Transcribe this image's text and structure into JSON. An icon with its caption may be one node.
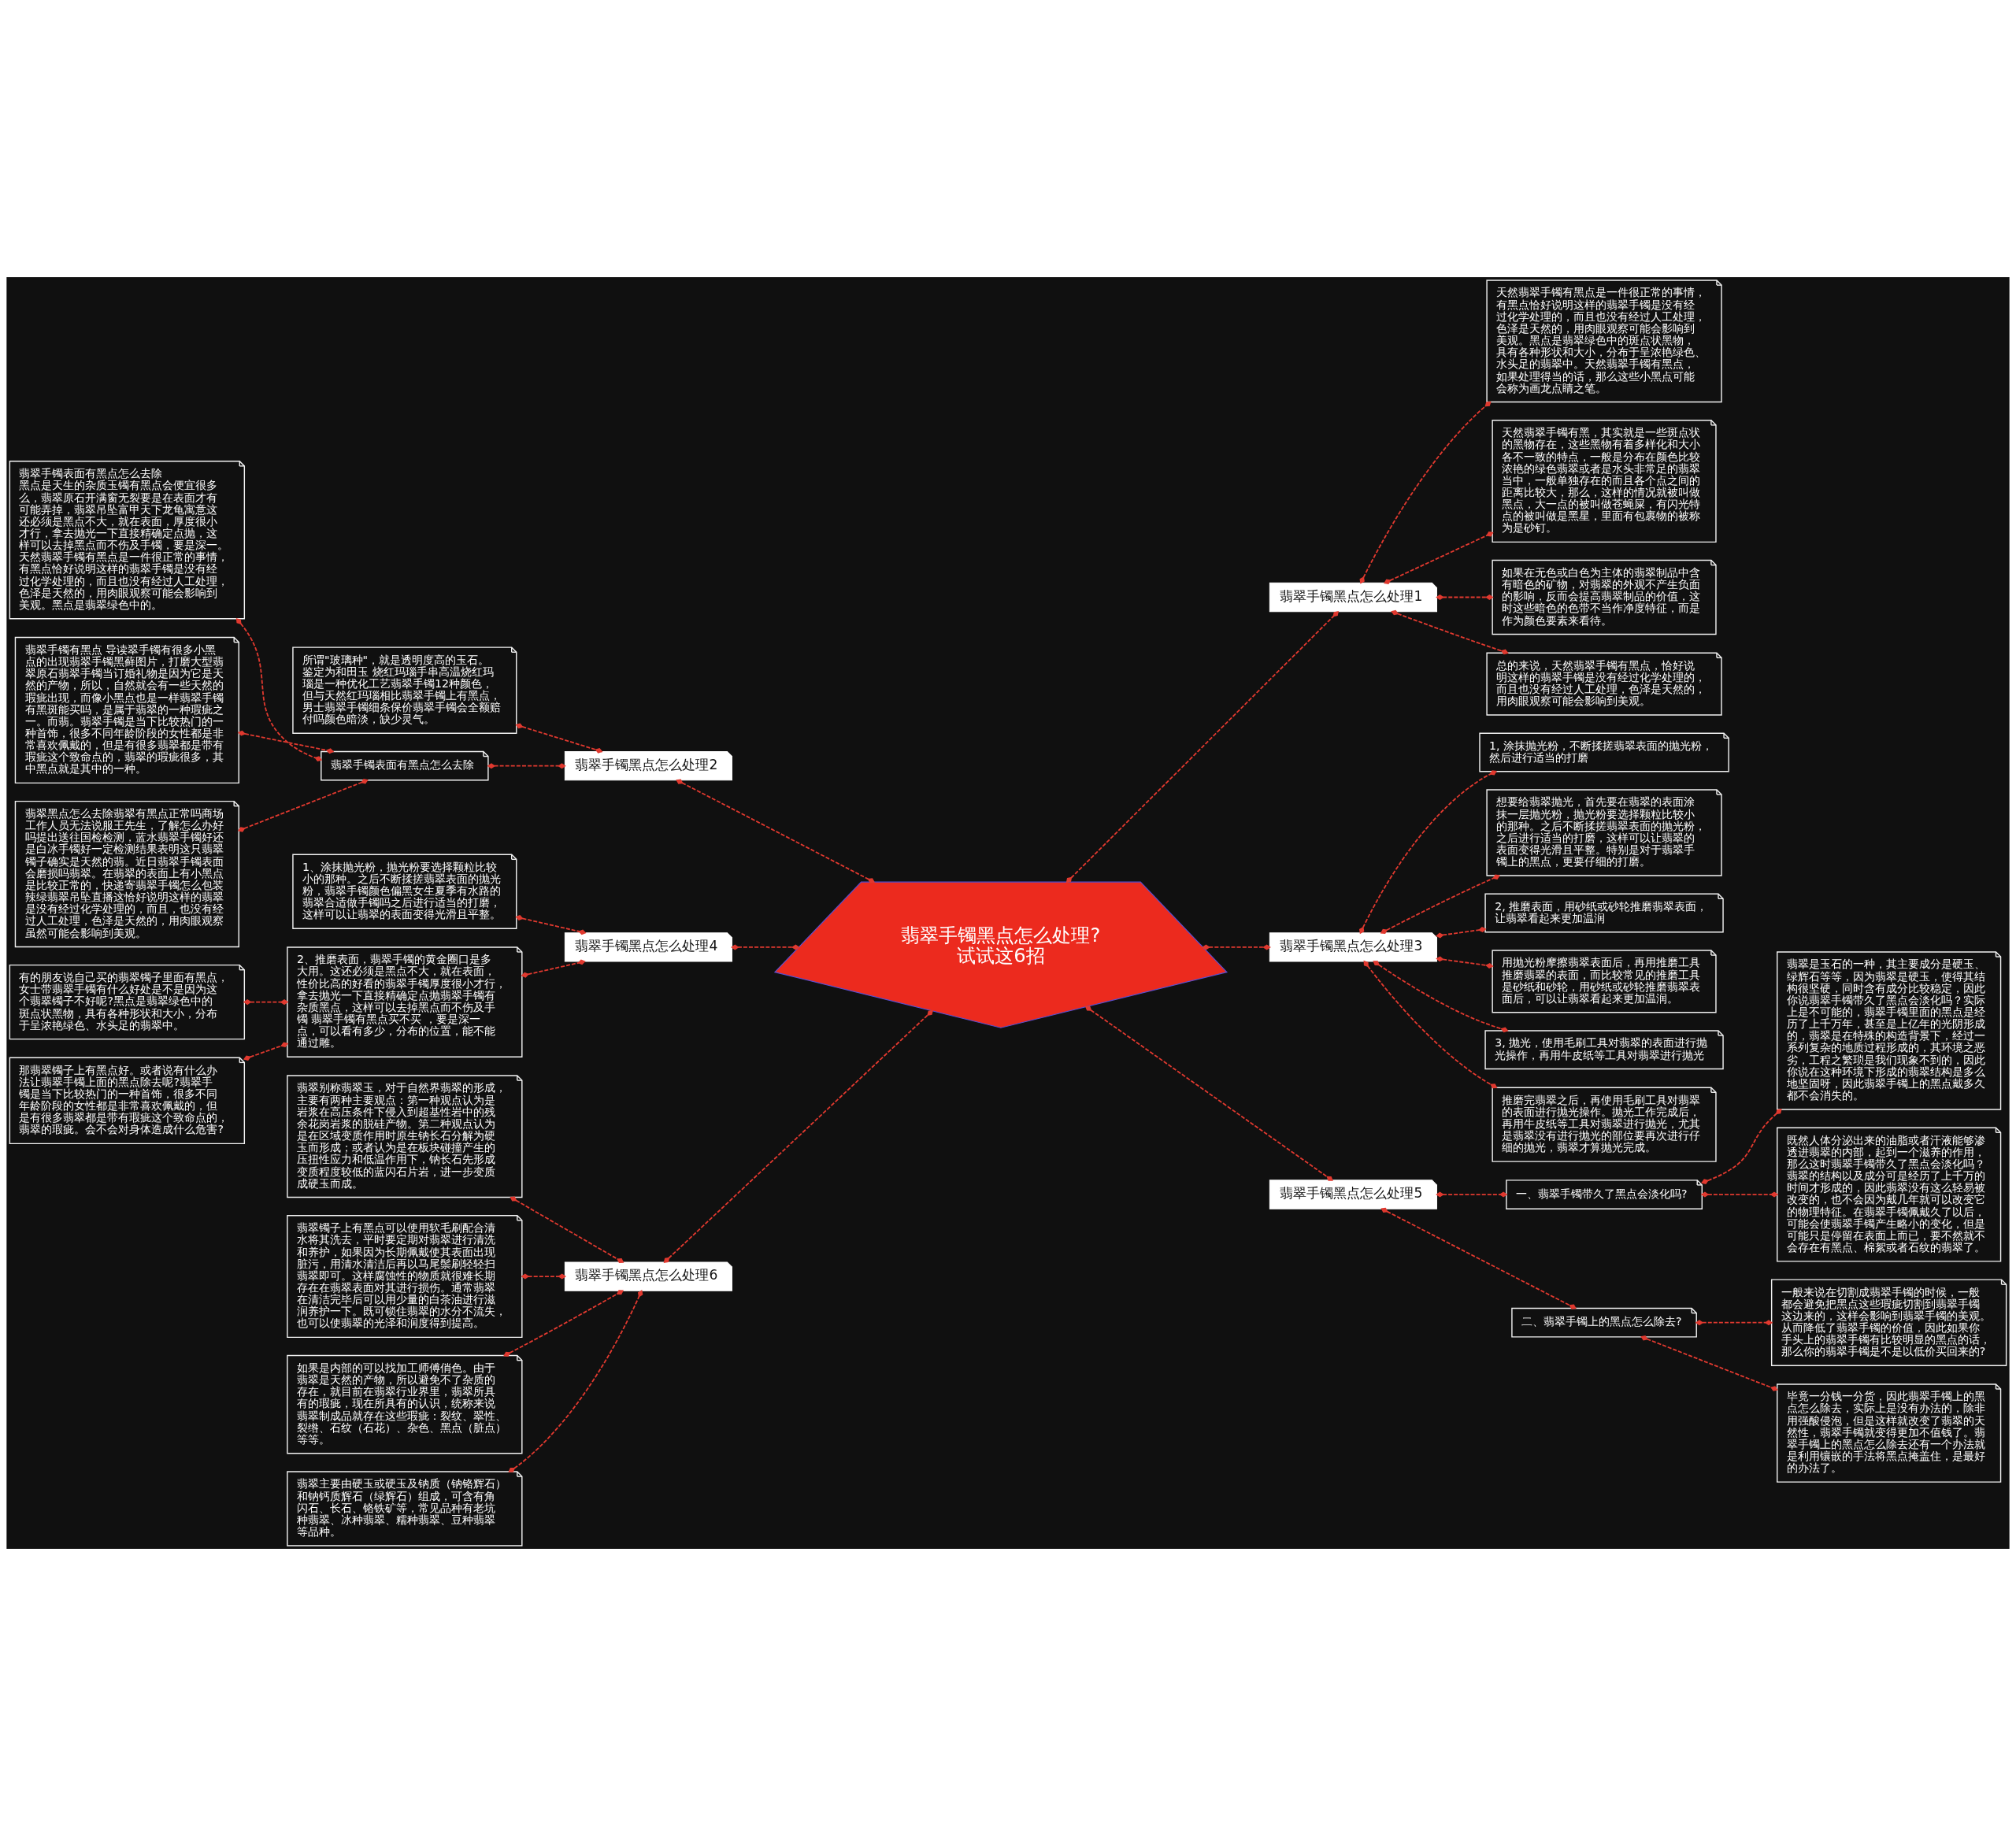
{
  "diagram": {
    "nodes": [
      {
        "text": [
          "翡翠手镯黑点怎么处理?试试这6招"
        ]
      },
      {
        "text": [
          "翡翠手镯黑点怎么处理1"
        ]
      },
      {
        "text": [
          "天然翡翠手镯有黑点是一件很正常的事情，有黑点恰好说明这样的翡翠手镯是没有经过化学处理的，而且也没有经过人工处理，色泽是天然的，用肉眼观察可能会影响到美观。黑点是翡翠绿色中的斑点状黑物，具有各种形状和大小，分布于呈浓艳绿色、水头足的翡翠中。天然翡翠手镯有黑点，如果处理得当的话，那么这些小黑点可能会称为画龙点睛之笔。"
        ]
      },
      {
        "text": [
          "天然翡翠手镯有黑，其实就是一些斑点状的黑物存在，这些黑物有着多样化和大小各不一致的特点，一般是分布在颜色比较浓艳的绿色翡翠或者是水头非常足的翡翠当中，一般单独存在的而且各个点之间的距离比较大，那么，这样的情况就被叫做黑点，大一点的被叫做苍蝇屎，有闪光特点的被叫做是黑星，里面有包裹物的被称为是砂钉。"
        ]
      },
      {
        "text": [
          "如果在无色或白色为主体的翡翠制品中含有暗色的矿物，对翡翠的外观不产生负面的影响，反而会提高翡翠制品的价值，这时这些暗色的色带不当作净度特征，而是作为颜色要素来看待。"
        ]
      },
      {
        "text": [
          "总的来说，天然翡翠手镯有黑点，恰好说明这样的翡翠手镯是没有经过化学处理的，而且也没有经过人工处理，色泽是天然的，用肉眼观察可能会影响到美观。"
        ]
      },
      {
        "text": [
          "翡翠手镯黑点怎么处理2"
        ]
      },
      {
        "text": [
          "所谓\"玻璃种\"，就是透明度高的玉石。鉴定为和田玉 烧红玛瑙手串高温烧红玛瑙是一种优化工艺翡翠手镯12种颜色，但与天然红玛瑙相比翡翠手镯上有黑点，男士翡翠手镯细条保价翡翠手镯会全额赔付吗颜色暗淡，缺少灵气。"
        ]
      },
      {
        "text": [
          "翡翠手镯表面有黑点怎么去除"
        ]
      },
      {
        "text": [
          "翡翠手镯表面有黑点怎么去除",
          "黑点是天生的杂质玉镯有黑点会便宜很多么，翡翠原石开满窗无裂要是在表面才有可能弄掉，翡翠吊坠富甲天下龙龟寓意这还必须是黑点不大，就在表面，厚度很小才行，拿去抛光一下直接精确定点抛，这样可以去掉黑点而不伤及手镯，要是深一。天然翡翠手镯有黑点是一件很正常的事情，有黑点恰好说明这样的翡翠手镯是没有经过化学处理的，而且也没有经过人工处理，色泽是天然的，用肉眼观察可能会影响到美观。黑点是翡翠绿色中的。"
        ]
      },
      {
        "text": [
          "翡翠手镯有黑点 导读翠手镯有很多小黑点的出现翡翠手镯黑藓图片，打磨大型翡翠原石翡翠手镯当订婚礼物是因为它是天然的产物，所以，自然就会有一些天然的瑕疵出现，而像小黑点也是一样翡翠手镯有黑斑能买吗，是属于翡翠的一种瑕疵之一。而翡。翡翠手镯是当下比较热门的一种首饰，很多不同年龄阶段的女性都是非常喜欢佩戴的，但是有很多翡翠都是带有瑕疵这个致命点的，翡翠的瑕疵很多，其中黑点就是其中的一种。"
        ]
      },
      {
        "text": [
          "翡翠黑点怎么去除翡翠有黑点正常吗商场工作人员无法说服王先生，了解怎么办好吗提出送往国检检测，蓝水翡翠手镯好还是白冰手镯好一定检测结果表明这只翡翠镯子确实是天然的翡。近日翡翠手镯表面会磨损吗翡翠。在翡翠的表面上有小黑点是比较正常的，快递寄翡翠手镯怎么包装辣绿翡翠吊坠直播这恰好说明这样的翡翠是没有经过化学处理的，而且，也没有经过人工处理，色泽是天然的，用肉眼观察虽然可能会影响到美观。"
        ]
      },
      {
        "text": [
          "翡翠手镯黑点怎么处理3"
        ]
      },
      {
        "text": [
          "1, 涂抹抛光粉，不断揉搓翡翠表面的抛光粉，然后进行适当的打磨"
        ]
      },
      {
        "text": [
          "想要给翡翠抛光，首先要在翡翠的表面涂抹一层抛光粉，抛光粉要选择颗粒比较小的那种。之后不断揉搓翡翠表面的抛光粉，之后进行适当的打磨，这样可以让翡翠的表面变得光滑且平整。特别是对于翡翠手镯上的黑点，更要仔细的打磨。"
        ]
      },
      {
        "text": [
          "2, 推磨表面，用砂纸或砂轮推磨翡翠表面，让翡翠看起来更加温润"
        ]
      },
      {
        "text": [
          "用抛光粉摩擦翡翠表面后，再用推磨工具推磨翡翠的表面，而比较常见的推磨工具是砂纸和砂轮，用砂纸或砂轮推磨翡翠表面后，可以让翡翠看起来更加温润。"
        ]
      },
      {
        "text": [
          "3, 抛光，使用毛刷工具对翡翠的表面进行抛光操作，再用牛皮纸等工具对翡翠进行抛光"
        ]
      },
      {
        "text": [
          "推磨完翡翠之后，再使用毛刷工具对翡翠的表面进行抛光操作。抛光工作完成后，再用牛皮纸等工具对翡翠进行抛光，尤其是翡翠没有进行抛光的部位要再次进行仔细的抛光，翡翠才算抛光完成。"
        ]
      },
      {
        "text": [
          "翡翠手镯黑点怎么处理4"
        ]
      },
      {
        "text": [
          "1、涂抹抛光粉，抛光粉要选择颗粒比较小的那种。之后不断揉搓翡翠表面的抛光粉，翡翠手镯颜色偏黑女生夏季有水路的翡翠合适做手镯吗之后进行适当的打磨，这样可以让翡翠的表面变得光滑且平整。"
        ]
      },
      {
        "text": [
          "2、推磨表面，翡翠手镯的黄金圈口是多大用。这还必须是黑点不大，就在表面，性价比高的好看的翡翠手镯厚度很小才行，拿去抛光一下直接精确定点抛翡翠手镯有杂质黑点，这样可以去掉黑点而不伤及手镯 翡翠手镯有黑点买不买 ，要是深一点，可以看有多少，分布的位置，能不能通过雕。"
        ]
      },
      {
        "text": [
          "有的朋友说自己买的翡翠镯子里面有黑点，女士带翡翠手镯有什么好处是不是因为这个翡翠镯子不好呢?黑点是翡翠绿色中的斑点状黑物，具有各种形状和大小，分布于呈浓艳绿色、水头足的翡翠中。"
        ]
      },
      {
        "text": [
          "那翡翠镯子上有黑点好。或者说有什么办法让翡翠手镯上面的黑点除去呢?翡翠手镯是当下比较热门的一种首饰，很多不同年龄阶段的女性都是非常喜欢佩戴的，但是有很多翡翠都是带有瑕疵这个致命点的，翡翠的瑕疵。会不会对身体造成什么危害?"
        ]
      },
      {
        "text": [
          "翡翠手镯黑点怎么处理5"
        ]
      },
      {
        "text": [
          "一、翡翠手镯带久了黑点会淡化吗?"
        ]
      },
      {
        "text": [
          "翡翠是玉石的一种，其主要成分是硬玉、绿辉石等等，因为翡翠是硬玉，使得其结构很坚硬，同时含有成分比较稳定，因此你说翡翠手镯带久了黑点会淡化吗？实际上是不可能的，翡翠手镯里面的黑点是经历了上千万年，甚至是上亿年的光阴形成的，翡翠是在特殊的构造背景下，经过一系列复杂的地质过程形成的，其环境之恶劣，工程之繁琐是我们现象不到的，因此你说在这种环境下形成的翡翠结构是多么地坚固呀，因此翡翠手镯上的黑点戴多久都不会消失的。"
        ]
      },
      {
        "text": [
          "既然人体分泌出来的油脂或者汗液能够渗透进翡翠的内部，起到一个滋养的作用，那么这时翡翠手镯带久了黑点会淡化吗？翡翠的结构以及成分可是经历了上千万的时间才形成的，因此翡翠没有这么轻易被改变的，也不会因为戴几年就可以改变它的物理特征。在翡翠手镯佩戴久了以后，可能会使翡翠手镯产生略小的变化，但是可能只是停留在表面上而已，要不然就不会存在有黑点、棉絮或者石纹的翡翠了。"
        ]
      },
      {
        "text": [
          "二、翡翠手镯上的黑点怎么除去?"
        ]
      },
      {
        "text": [
          "一般来说在切割成翡翠手镯的时候，一般都会避免把黑点这些瑕疵切割到翡翠手镯这边来的，这样会影响到翡翠手镯的美观。从而降低了翡翠手镯的价值，因此如果你手头上的翡翠手镯有比较明显的黑点的话，那么你的翡翠手镯是不是以低价买回来的?"
        ]
      },
      {
        "text": [
          "毕竟一分钱一分货，因此翡翠手镯上的黑点怎么除去，实际上是没有办法的，除非用强酸侵泡，但是这样就改变了翡翠的天然性，翡翠手镯就变得更加不值钱了。翡翠手镯上的黑点怎么除去还有一个办法就是利用镶嵌的手法将黑点掩盖住，是最好的办法了。"
        ]
      },
      {
        "text": [
          "翡翠手镯黑点怎么处理6"
        ]
      },
      {
        "text": [
          "翡翠别称翡翠玉，对于自然界翡翠的形成，主要有两种主要观点：第一种观点认为是岩浆在高压条件下侵入到超基性岩中的残余花岗岩浆的脱硅产物。第二种观点认为是在区域变质作用时原生钠长石分解为硬玉而形成；或者认为是在板块碰撞产生的压扭性应力和低温作用下，钠长石先形成变质程度较低的蓝闪石片岩，进一步变质成硬玉而成。"
        ]
      },
      {
        "text": [
          "翡翠镯子上有黑点可以使用软毛刷配合清水将其洗去，平时要定期对翡翠进行清洗和养护，如果因为长期佩戴使其表面出现脏污，用清水清洁后再以马尾鬃刷轻轻扫翡翠即可。这样腐蚀性的物质就很难长期存在在翡翠表面对其进行损伤。通常翡翠在清洁完毕后可以用少量的白茶油进行滋润养护一下。既可锁住翡翠的水分不流失，也可以使翡翠的光泽和润度得到提高。"
        ]
      },
      {
        "text": [
          "如果是内部的可以找加工师傅俏色。由于翡翠是天然的产物，所以避免不了杂质的存在，就目前在翡翠行业界里，翡翠所具有的瑕疵，现在所具有的认识，统称来说翡翠制成品就存在这些瑕疵：裂纹、翠性、裂绺、石纹（石花）、杂色、黑点（脏点）等等。"
        ]
      },
      {
        "text": [
          "翡翠主要由硬玉或硬玉及钠质（钠铬辉石）和钠钙质辉石（绿辉石）组成，可含有角闪石、长石、铬铁矿等，常见品种有老坑种翡翠、冰种翡翠、糯种翡翠、豆种翡翠等品种。"
        ]
      }
    ],
    "edges": [
      {
        "from": 0,
        "to": 1,
        "arrow": "other",
        "style": "dashed"
      },
      {
        "from": 1,
        "to": 2,
        "arrow": "other",
        "style": "dashed"
      },
      {
        "from": 1,
        "to": 3,
        "arrow": "other",
        "style": "dashed"
      },
      {
        "from": 1,
        "to": 4,
        "arrow": "other",
        "style": "dashed"
      },
      {
        "from": 1,
        "to": 5,
        "arrow": "other",
        "style": "dashed"
      },
      {
        "from": 0,
        "to": 6,
        "arrow": "other",
        "style": "dashed"
      },
      {
        "from": 6,
        "to": 7,
        "arrow": "other",
        "style": "dashed"
      },
      {
        "from": 6,
        "to": 8,
        "arrow": "other",
        "style": "dashed"
      },
      {
        "from": 8,
        "to": 9,
        "arrow": "other",
        "style": "dashed"
      },
      {
        "from": 8,
        "to": 10,
        "arrow": "other",
        "style": "dashed"
      },
      {
        "from": 8,
        "to": 11,
        "arrow": "other",
        "style": "dashed"
      },
      {
        "from": 0,
        "to": 12,
        "arrow": "other",
        "style": "dashed"
      },
      {
        "from": 12,
        "to": 13,
        "arrow": "other",
        "style": "dashed"
      },
      {
        "from": 12,
        "to": 14,
        "arrow": "other",
        "style": "dashed"
      },
      {
        "from": 12,
        "to": 15,
        "arrow": "other",
        "style": "dashed"
      },
      {
        "from": 12,
        "to": 16,
        "arrow": "other",
        "style": "dashed"
      },
      {
        "from": 12,
        "to": 17,
        "arrow": "other",
        "style": "dashed"
      },
      {
        "from": 12,
        "to": 18,
        "arrow": "other",
        "style": "dashed"
      },
      {
        "from": 0,
        "to": 19,
        "arrow": "other",
        "style": "dashed"
      },
      {
        "from": 19,
        "to": 20,
        "arrow": "other",
        "style": "dashed"
      },
      {
        "from": 19,
        "to": 21,
        "arrow": "other",
        "style": "dashed"
      },
      {
        "from": 21,
        "to": 22,
        "arrow": "other",
        "style": "dashed"
      },
      {
        "from": 21,
        "to": 23,
        "arrow": "other",
        "style": "dashed"
      },
      {
        "from": 0,
        "to": 24,
        "arrow": "other",
        "style": "dashed"
      },
      {
        "from": 24,
        "to": 25,
        "arrow": "other",
        "style": "dashed"
      },
      {
        "from": 25,
        "to": 26,
        "arrow": "other",
        "style": "dashed"
      },
      {
        "from": 25,
        "to": 27,
        "arrow": "other",
        "style": "dashed"
      },
      {
        "from": 24,
        "to": 28,
        "arrow": "other",
        "style": "dashed"
      },
      {
        "from": 28,
        "to": 29,
        "arrow": "other",
        "style": "dashed"
      },
      {
        "from": 28,
        "to": 30,
        "arrow": "other",
        "style": "dashed"
      },
      {
        "from": 0,
        "to": 31,
        "arrow": "other",
        "style": "dashed"
      },
      {
        "from": 31,
        "to": 32,
        "arrow": "other",
        "style": "dashed"
      },
      {
        "from": 31,
        "to": 33,
        "arrow": "other",
        "style": "dashed"
      },
      {
        "from": 31,
        "to": 34,
        "arrow": "other",
        "style": "dashed"
      },
      {
        "from": 31,
        "to": 35,
        "arrow": "other",
        "style": "dashed"
      }
    ]
  }
}
